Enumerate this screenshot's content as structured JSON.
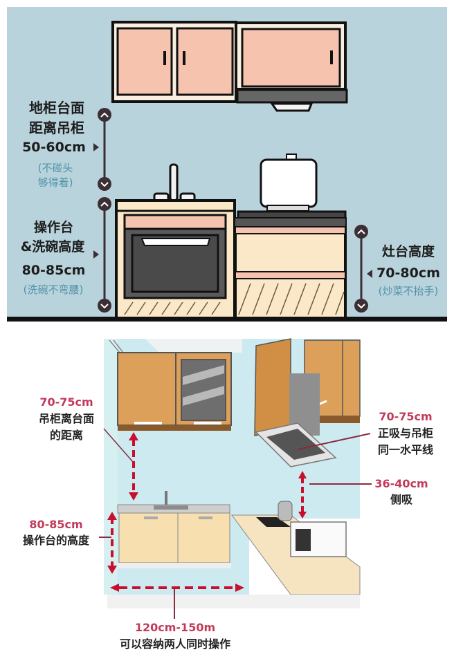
{
  "top_diagram": {
    "background": "#b9d3dc",
    "labels": {
      "wall_gap": {
        "line1": "地柜台面",
        "line2": "距离吊柜",
        "value": "50-60cm",
        "note_line1": "(不碰头",
        "note_line2": "够得着)"
      },
      "counter_height": {
        "line1": "操作台",
        "line2": "&洗碗高度",
        "value": "80-85cm",
        "note": "(洗碗不弯腰)"
      },
      "stove_height": {
        "line1": "灶台高度",
        "value": "70-80cm",
        "note": "(炒菜不抬手)"
      }
    },
    "colors": {
      "cabinet_door": "#f6c3ae",
      "cabinet_frame": "#f9efe0",
      "counter_body": "#fbe8c8",
      "outline": "#111111",
      "dishwasher": "#5a5a5a",
      "marker": "#3b2f35",
      "note_text": "#4e92a8"
    }
  },
  "bottom_diagram": {
    "labels": {
      "upper_gap": {
        "value": "70-75cm",
        "line1": "吊柜离台面",
        "line2": "的距离"
      },
      "counter_height": {
        "value": "80-85cm",
        "line1": "操作台的高度"
      },
      "hood_front": {
        "value": "70-75cm",
        "line1": "正吸与吊柜",
        "line2": "同一水平线"
      },
      "hood_side": {
        "value": "36-40cm",
        "line1": "侧吸"
      },
      "aisle_width": {
        "value": "120cm-150m",
        "line1": "可以容纳两人同时操作"
      }
    },
    "colors": {
      "accent_red": "#c23a5a",
      "arrow_red": "#c8102e",
      "wall": "#cdeaf0",
      "cabinet_wood": "#dca05a",
      "lower_cabinet": "#f7dfb0"
    }
  }
}
